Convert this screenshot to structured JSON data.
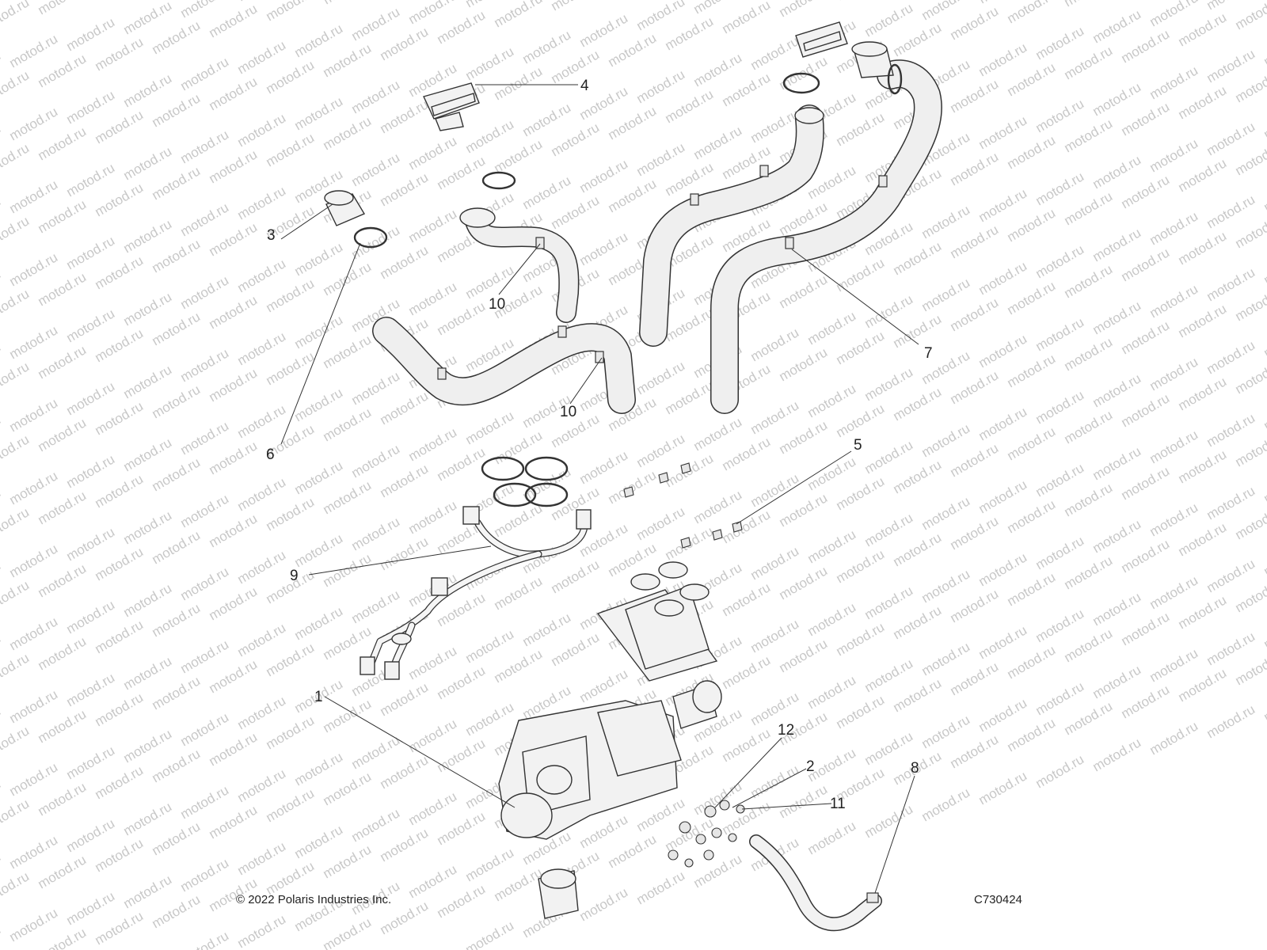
{
  "watermark": "motod.ru",
  "callouts": {
    "c1": "1",
    "c2": "2",
    "c3": "3",
    "c4": "4",
    "c5": "5",
    "c6": "6",
    "c7": "7",
    "c8": "8",
    "c9": "9",
    "c10a": "10",
    "c10b": "10",
    "c11": "11",
    "c12": "12"
  },
  "footer": {
    "copyright": "© 2022 Polaris Industries Inc.",
    "drawing_number": "C730424"
  },
  "colors": {
    "line": "#333333",
    "part_fill": "#f2f2f2",
    "watermark": "#c8c8c8"
  }
}
